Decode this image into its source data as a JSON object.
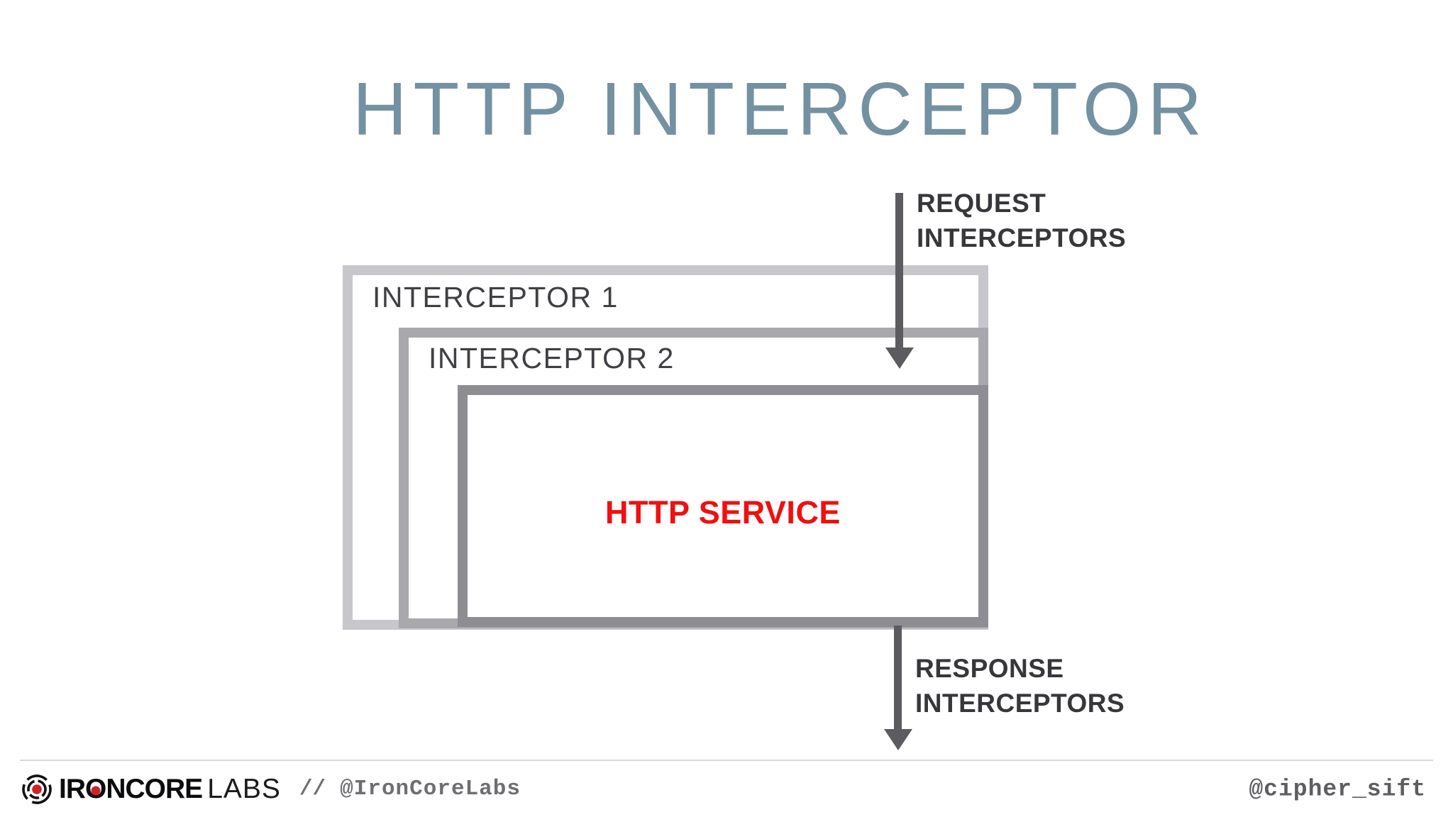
{
  "slide": {
    "title": "HTTP INTERCEPTOR"
  },
  "diagram": {
    "interceptor1_label": "INTERCEPTOR 1",
    "interceptor2_label": "INTERCEPTOR 2",
    "http_service_label": "HTTP SERVICE",
    "request_label_line1": "REQUEST",
    "request_label_line2": "INTERCEPTORS",
    "response_label_line1": "RESPONSE",
    "response_label_line2": "INTERCEPTORS",
    "colors": {
      "title_text": "#7491a1",
      "interceptor1_border": "#c7c7cb",
      "interceptor2_border": "#a9a9ad",
      "service_border": "#8e8e92",
      "arrow": "#5c5c60",
      "service_text": "#ef1010",
      "label_text": "#404044",
      "arrow_label_text": "#37373b",
      "logo_red": "#cf2127"
    }
  },
  "footer": {
    "brand_part1": "IR",
    "brand_o": "O",
    "brand_part2": "NCORE",
    "brand_labs": "LABS",
    "separator": "//",
    "handle": "@IronCoreLabs",
    "right_handle": "@cipher_sift"
  }
}
